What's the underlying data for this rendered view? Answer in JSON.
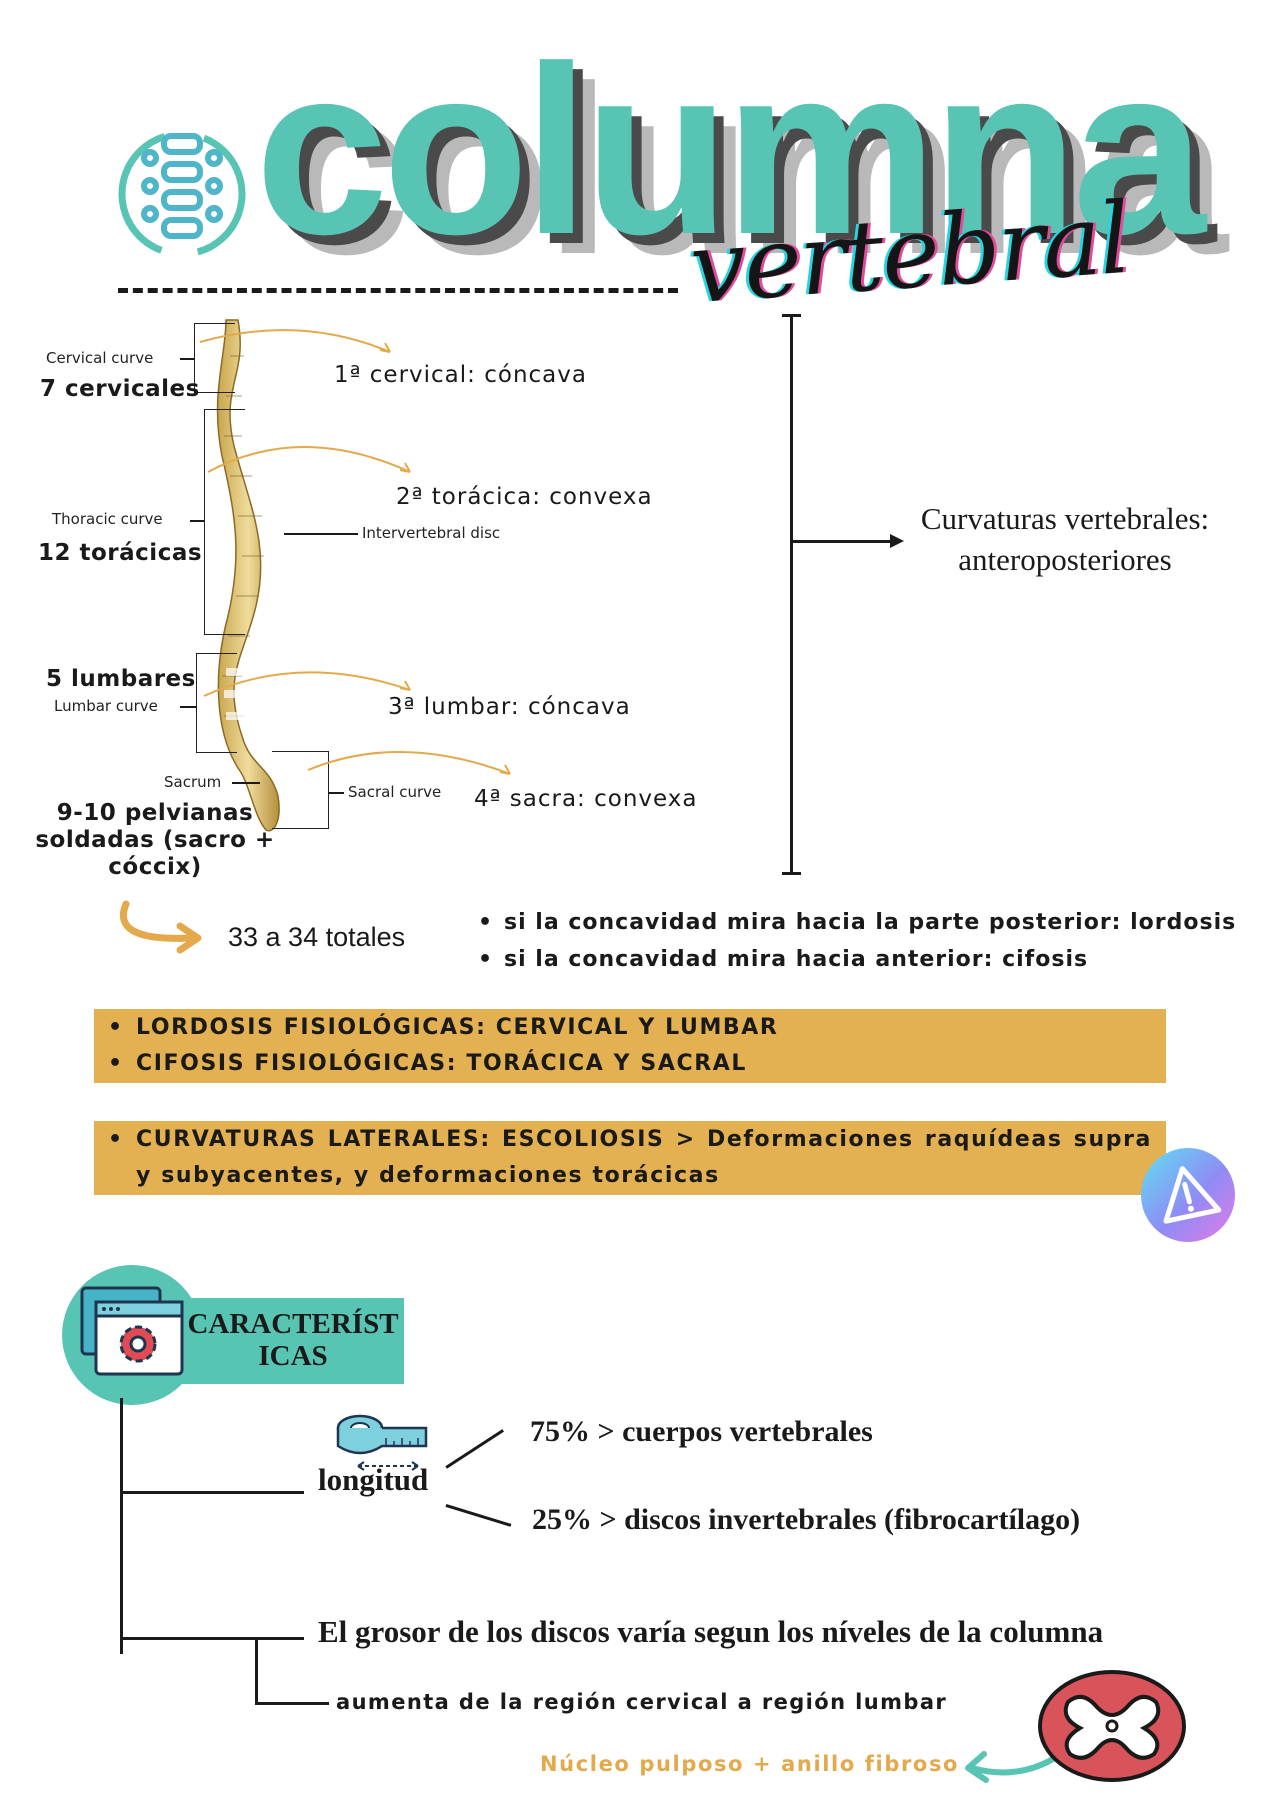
{
  "title": {
    "main": "columna",
    "sub": "vertebral"
  },
  "spine": {
    "cervical_curve_label": "Cervical curve",
    "cervical_count": "7 cervicales",
    "thoracic_curve_label": "Thoracic curve",
    "thoracic_count": "12 torácicas",
    "lumbar_count": "5 lumbares",
    "lumbar_curve_label": "Lumbar curve",
    "sacrum_label": "Sacrum",
    "sacral_curve_label": "Sacral curve",
    "pelvic_count": "9-10 pelvianas soldadas (sacro + cóccix)",
    "intervertebral_disc_label": "Intervertebral disc",
    "curve1": "1ª cervical: cóncava",
    "curve2": "2ª torácica: convexa",
    "curve3": "3ª lumbar: cóncava",
    "curve4": "4ª sacra: convexa",
    "totals": "33 a 34 totales"
  },
  "curvatures": {
    "text": "Curvaturas vertebrales: anteroposteriores"
  },
  "concavity_bullets": [
    "si la concavidad mira hacia la parte posterior: lordosis",
    "si la concavidad mira hacia anterior: cifosis"
  ],
  "band1_bullets": [
    "LORDOSIS FISIOLÓGICAS: CERVICAL Y LUMBAR",
    "CIFOSIS FISIOLÓGICAS: TORÁCICA Y SACRAL"
  ],
  "band2_bullet": "CURVATURAS LATERALES: ESCOLIOSIS > Deformaciones raquídeas supra y subyacentes, y deformaciones torácicas",
  "caracteristicas": {
    "heading": "CARACTERÍST ICAS",
    "longitud_label": "longitud",
    "branch1": "75% > cuerpos vertebrales",
    "branch2": "25% > discos invertebrales (fibrocartílago)",
    "grosor": "El grosor de los discos varía segun los níveles de la columna",
    "aumenta": "aumenta de la región cervical a región lumbar",
    "nucleo": "Núcleo pulposo + anillo fibroso"
  },
  "icons": {
    "logo": "spine-logo-icon",
    "warning": "warning-icon",
    "settings": "settings-window-icon",
    "tape": "measuring-tape-icon",
    "spinal_cord": "spinal-cord-section-icon",
    "arrow": "curved-arrow-icon"
  },
  "colors": {
    "teal": "#58c4b4",
    "gold": "#e3b052",
    "arrow_gold": "#e3a94b",
    "red": "#d9545a"
  }
}
